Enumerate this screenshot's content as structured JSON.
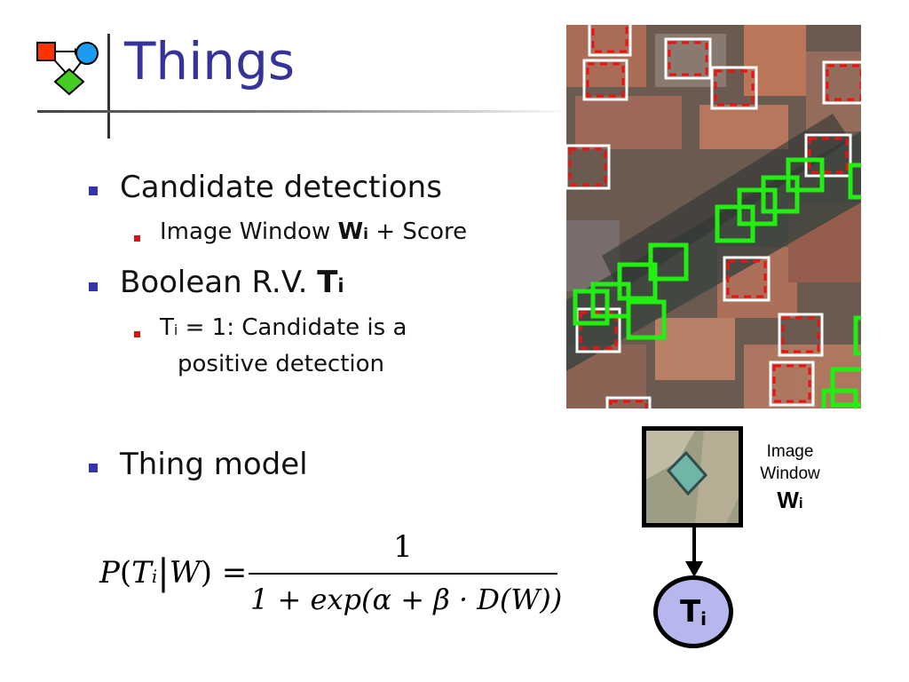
{
  "slide": {
    "title": "Things",
    "logo_icon": "flowchart-logo-icon"
  },
  "bullets": {
    "b1": "Candidate detections",
    "b1_sub_text": "Image Window ",
    "b1_sub_bold": "W",
    "b1_sub_subscript": "i",
    "b1_sub_rest": " + Score",
    "b2_text": "Boolean R.V. ",
    "b2_bold": "T",
    "b2_subscript": "i",
    "b2_sub_T": "T",
    "b2_sub_subscript": "i",
    "b2_sub_line1": " = 1: Candidate is a",
    "b2_sub_line2": "positive detection",
    "b3": "Thing model"
  },
  "equation": {
    "P": "P",
    "T": "T",
    "i": "i",
    "W": "W",
    "one": "1",
    "denominator": "1 + exp(α + β · D(W))"
  },
  "figure": {
    "image_label_line1": "Image",
    "image_label_line2": "Window",
    "image_label_bold": "W",
    "image_label_subscript": "i",
    "node_label": "T",
    "node_subscript": "i"
  },
  "colors": {
    "title": "#333399",
    "bullet_level1": "#3333aa",
    "bullet_level2": "#dd1111",
    "detection_positive": "#22ee11",
    "detection_candidate": "#ffffff",
    "node_fill": "#b7b7ee"
  }
}
